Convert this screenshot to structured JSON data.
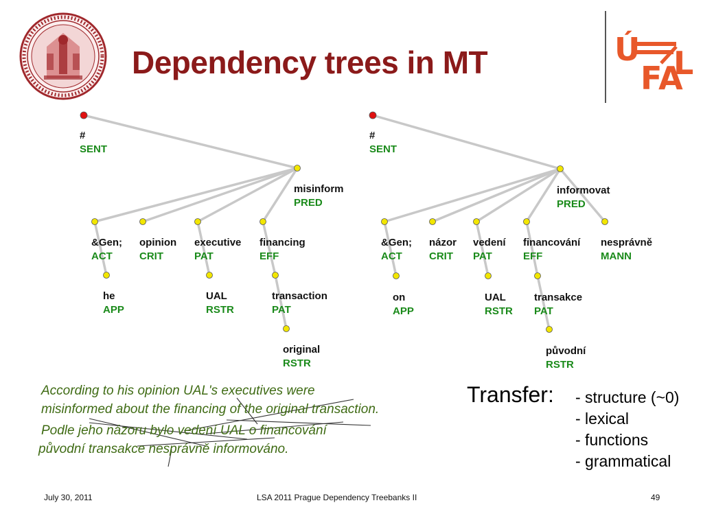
{
  "slide": {
    "title": "Dependency trees in MT"
  },
  "logos": {
    "seal_icon": "charles-university-seal",
    "ufal_icon": "ufal-logo",
    "ufal_text": "ÚFAL",
    "colors": {
      "seal": "#a0282c",
      "ufal": "#e8582a",
      "title": "#8b1a1a",
      "function_label": "#1a8a1a",
      "sentence": "#3f6b14"
    }
  },
  "tree_en": {
    "nodes": [
      {
        "id": "root",
        "lemma": "#",
        "func": "SENT"
      },
      {
        "id": "misinform",
        "lemma": "misinform",
        "func": "PRED"
      },
      {
        "id": "gen",
        "lemma": "&Gen;",
        "func": "ACT"
      },
      {
        "id": "opinion",
        "lemma": "opinion",
        "func": "CRIT"
      },
      {
        "id": "executive",
        "lemma": "executive",
        "func": "PAT"
      },
      {
        "id": "financing",
        "lemma": "financing",
        "func": "EFF"
      },
      {
        "id": "he",
        "lemma": "he",
        "func": "APP"
      },
      {
        "id": "ual",
        "lemma": "UAL",
        "func": "RSTR"
      },
      {
        "id": "transaction",
        "lemma": "transaction",
        "func": "PAT"
      },
      {
        "id": "original",
        "lemma": "original",
        "func": "RSTR"
      }
    ]
  },
  "tree_cz": {
    "nodes": [
      {
        "id": "root",
        "lemma": "#",
        "func": "SENT"
      },
      {
        "id": "informovat",
        "lemma": "informovat",
        "func": "PRED"
      },
      {
        "id": "gen",
        "lemma": "&Gen;",
        "func": "ACT"
      },
      {
        "id": "nazor",
        "lemma": "názor",
        "func": "CRIT"
      },
      {
        "id": "vedeni",
        "lemma": "vedení",
        "func": "PAT"
      },
      {
        "id": "financovani",
        "lemma": "financování",
        "func": "EFF"
      },
      {
        "id": "nespravne",
        "lemma": "nesprávně",
        "func": "MANN"
      },
      {
        "id": "on",
        "lemma": "on",
        "func": "APP"
      },
      {
        "id": "ual",
        "lemma": "UAL",
        "func": "RSTR"
      },
      {
        "id": "transakce",
        "lemma": "transakce",
        "func": "PAT"
      },
      {
        "id": "puvodni",
        "lemma": "původní",
        "func": "RSTR"
      }
    ]
  },
  "sentences": {
    "en_line1": "According to his opinion UAL's executives were",
    "en_line2": "misinformed about the financing of the original transaction.",
    "cz_line1": "Podle jeho názoru bylo vedení UAL o financování",
    "cz_line2": "původní transakce nesprávně informováno."
  },
  "transfer": {
    "label": "Transfer:",
    "items": [
      "- structure (~0)",
      "- lexical",
      "- functions",
      "- grammatical"
    ]
  },
  "footer": {
    "date": "July 30, 2011",
    "center": "LSA 2011 Prague Dependency Treebanks II",
    "page": "49"
  }
}
